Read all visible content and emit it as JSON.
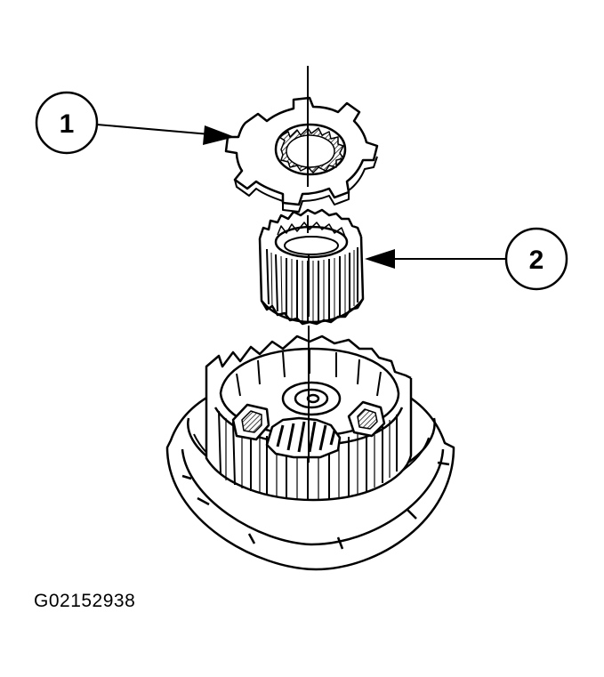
{
  "callouts": [
    {
      "label": "1",
      "part": "toothed-retainer-ring"
    },
    {
      "label": "2",
      "part": "splined-gear-sleeve"
    }
  ],
  "figure_id": "G02152938",
  "colors": {
    "line": "#000000",
    "fill": "#ffffff",
    "shade": "#cfcfcf"
  }
}
